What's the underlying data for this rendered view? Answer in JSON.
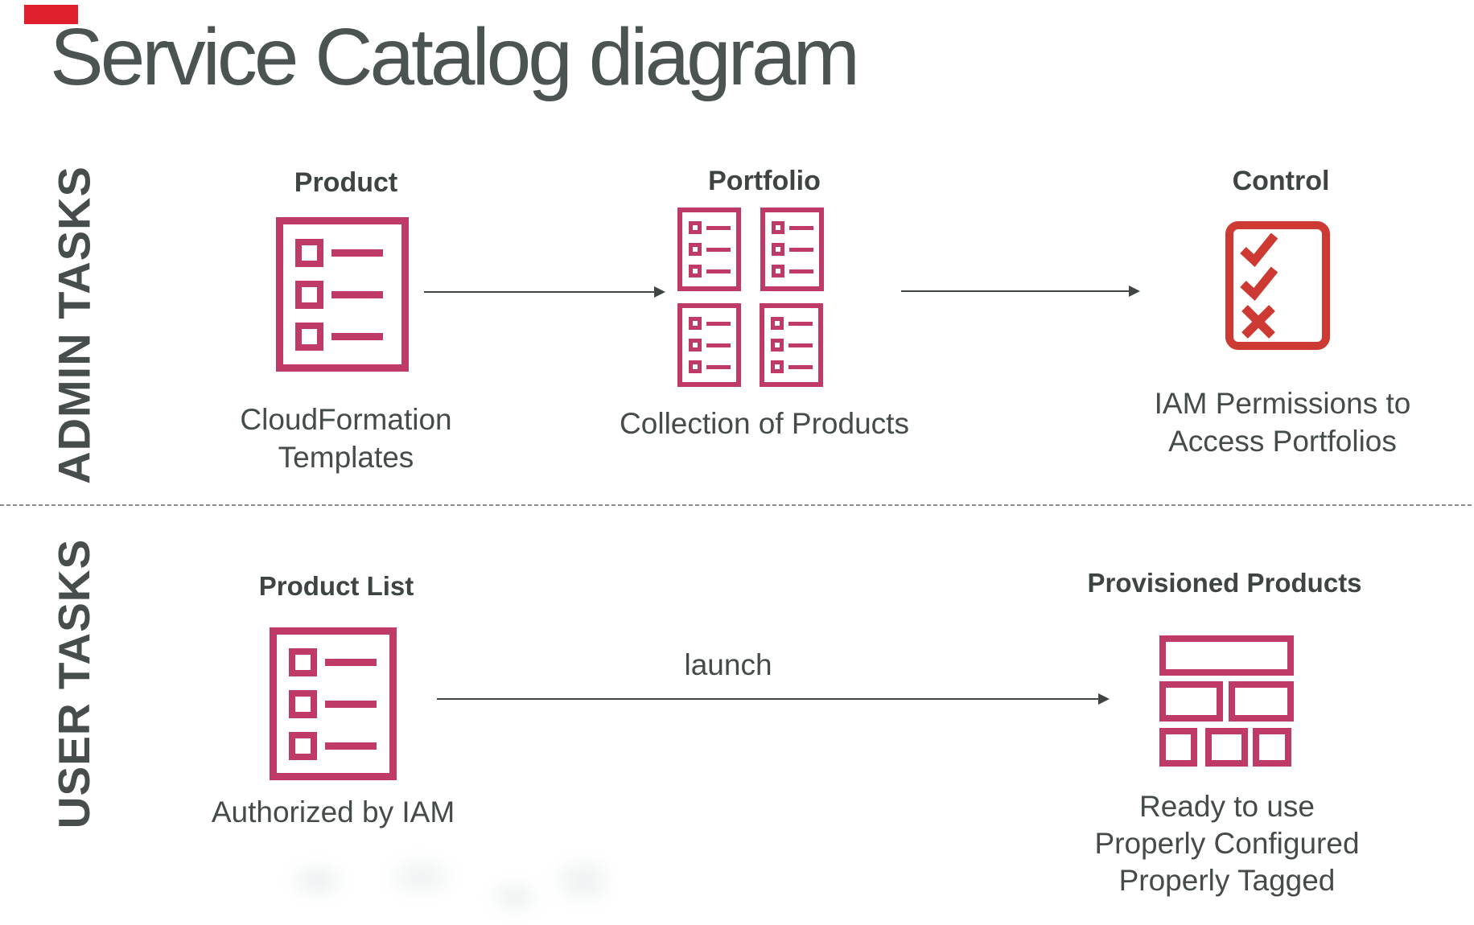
{
  "title": "Service Catalog diagram",
  "admin": {
    "label": "ADMIN TASKS",
    "items": [
      {
        "heading": "Product",
        "caption1": "CloudFormation",
        "caption2": "Templates"
      },
      {
        "heading": "Portfolio",
        "caption1": "Collection of Products"
      },
      {
        "heading": "Control",
        "caption1": "IAM Permissions to",
        "caption2": "Access Portfolios"
      }
    ]
  },
  "user": {
    "label": "USER TASKS",
    "arrow_label": "launch",
    "items": [
      {
        "heading": "Product List",
        "caption1": "Authorized by IAM"
      },
      {
        "heading": "Provisioned Products",
        "caption1": "Ready to use",
        "caption2": "Properly Configured",
        "caption3": "Properly Tagged"
      }
    ]
  },
  "icons": {
    "product": "list-document-icon",
    "portfolio": "four-list-documents-icon",
    "control": "checklist-checkmarks-icon",
    "provisioned": "bricks-layout-icon"
  },
  "colors": {
    "product_icon": "#bf3a67",
    "control_icon": "#cc3a33",
    "text": "#454b4b",
    "title_text": "#4b5353",
    "arrow": "#3f4444",
    "corner_marker": "#e1202e"
  }
}
